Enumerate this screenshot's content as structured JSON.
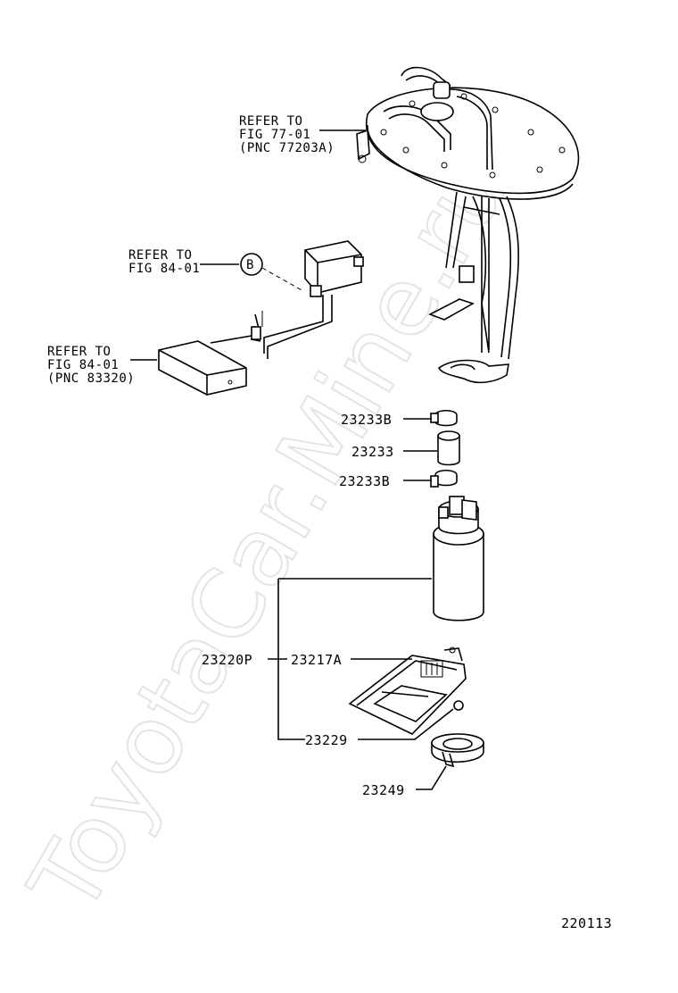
{
  "watermark": "ToyotaCar.Mine.ru",
  "refers": {
    "top": {
      "line1": "REFER TO",
      "line2": "FIG 77-01",
      "line3": "(PNC 77203A)"
    },
    "middle": {
      "line1": "REFER TO",
      "line2": "FIG 84-01",
      "marker": "B"
    },
    "left": {
      "line1": "REFER TO",
      "line2": "FIG 84-01",
      "line3": "(PNC 83320)"
    }
  },
  "parts": {
    "p1": "23233B",
    "p2": "23233",
    "p3": "23233B",
    "p4": "23220P",
    "p5": "23217A",
    "p6": "23229",
    "p7": "23249"
  },
  "figure_number": "220113"
}
